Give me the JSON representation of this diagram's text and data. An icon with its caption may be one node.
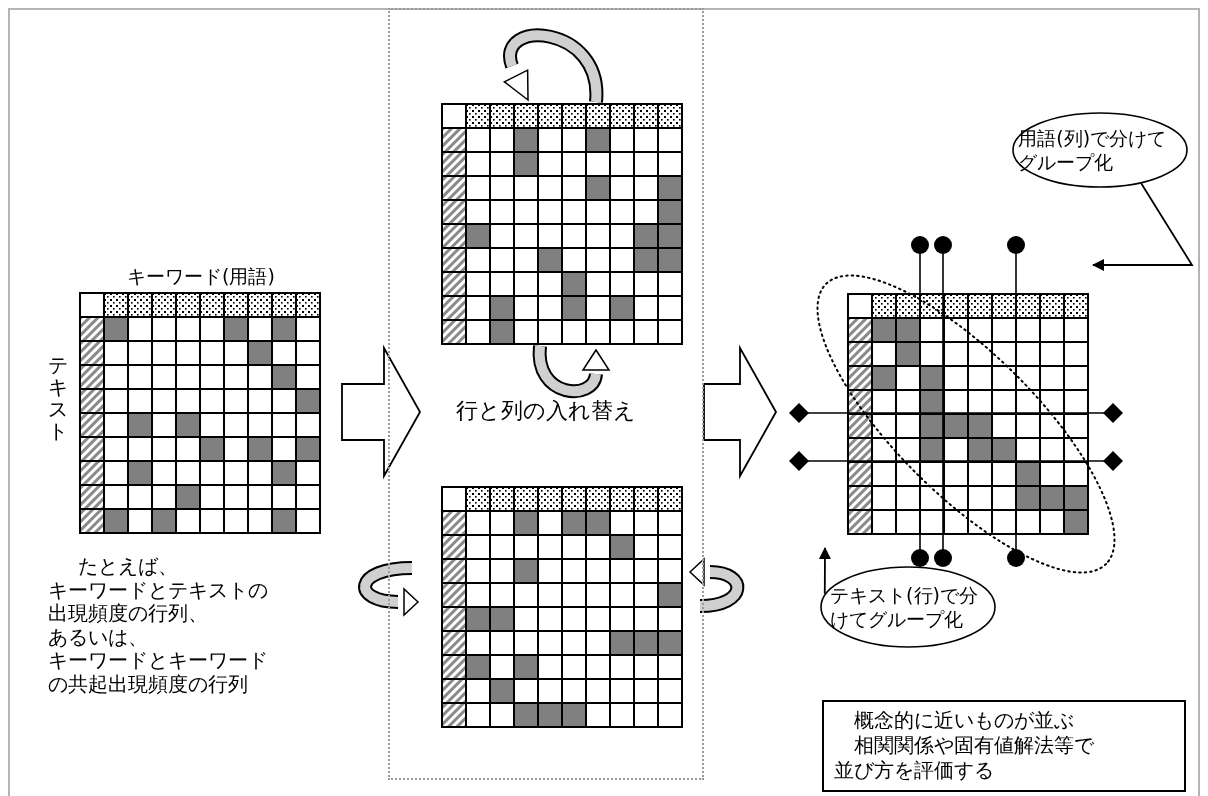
{
  "diagram": {
    "nodes": [
      {
        "text": [
          "キーワード(用語)",
          "テキスト"
        ]
      },
      {
        "text": [
          "行と列の入れ替え"
        ]
      },
      {
        "text": [],
        "shape": "grid",
        "in": 1
      },
      {
        "text": [],
        "shape": "grid",
        "in": 1
      },
      {
        "text": [],
        "shape": "grid"
      },
      {
        "text": [
          "用語(列)で分けてグループ化"
        ]
      },
      {
        "text": [
          "テキスト(行)で分けてグループ化"
        ]
      },
      {
        "text": [
          "概念的に近いものが並ぶ",
          "相関関係や固有値解法等で並び方を評価する"
        ]
      }
    ],
    "edges": [
      {
        "from": 0,
        "to": 1,
        "arrow": "to"
      },
      {
        "from": 1,
        "to": 4,
        "arrow": "to"
      },
      {
        "from": 5,
        "to": 4,
        "arrow": "to"
      },
      {
        "from": 6,
        "to": 4,
        "arrow": "to"
      }
    ],
    "labels": [
      "たとえば、",
      "キーワードとテキストの",
      "出現頻度の行列、",
      "あるいは、",
      "キーワードとキーワード",
      "の共起出現頻度の行列"
    ]
  }
}
